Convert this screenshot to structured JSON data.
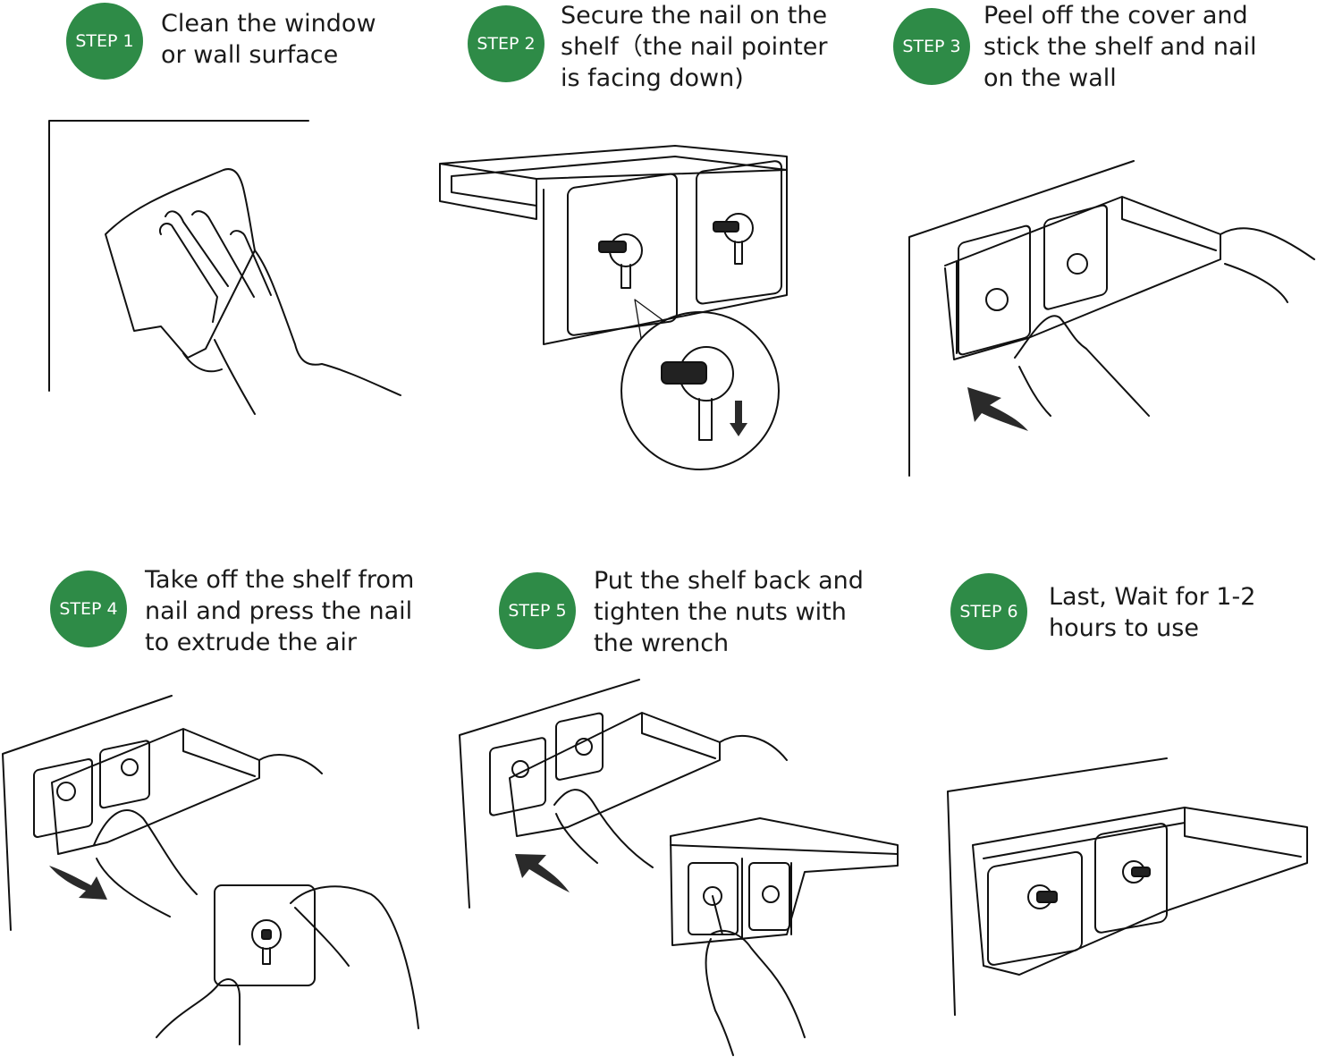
{
  "title": "Shelf installation steps",
  "accent_color": "#2e8b47",
  "steps": [
    {
      "badge": "STEP 1",
      "lines": [
        "Clean the window",
        "or wall surface"
      ],
      "illustration": "hand-wiping-wall"
    },
    {
      "badge": "STEP 2",
      "lines": [
        "Secure the nail on the",
        "shelf（the nail pointer",
        "is facing down)"
      ],
      "illustration": "shelf-with-nails-detail"
    },
    {
      "badge": "STEP 3",
      "lines": [
        "Peel off the cover and",
        "stick the shelf and nail",
        "on the wall"
      ],
      "illustration": "stick-shelf-on-wall"
    },
    {
      "badge": "STEP 4",
      "lines": [
        "Take off the shelf from",
        "nail and press the nail",
        "to extrude the air"
      ],
      "illustration": "press-nail-on-wall"
    },
    {
      "badge": "STEP 5",
      "lines": [
        "Put the shelf back and",
        "tighten the nuts with",
        "the wrench"
      ],
      "illustration": "tighten-nuts-with-wrench"
    },
    {
      "badge": "STEP 6",
      "lines": [
        "Last, Wait for 1-2",
        "hours to use"
      ],
      "illustration": "mounted-shelf"
    }
  ]
}
